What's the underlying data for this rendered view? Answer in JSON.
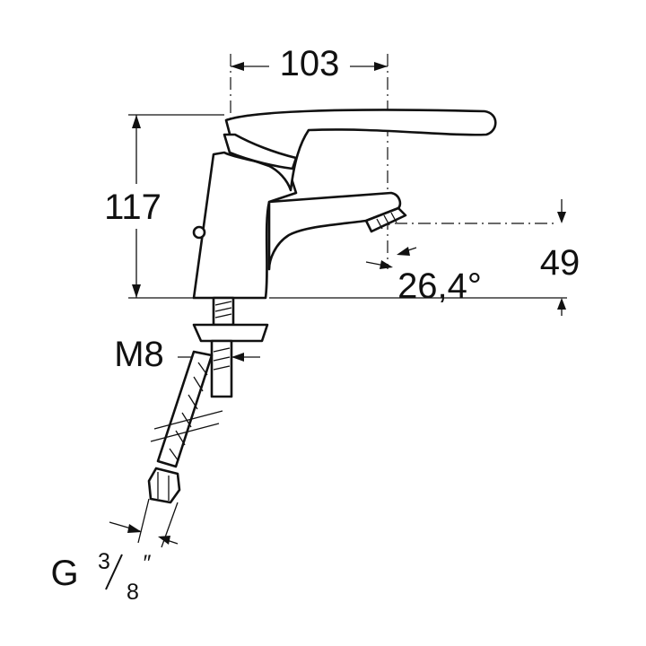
{
  "dimensions": {
    "width_103": "103",
    "height_117": "117",
    "spout_height_49": "49",
    "angle": "26,4°",
    "thread": "M8",
    "connection_letter": "G",
    "connection_num": "3",
    "connection_den": "8",
    "connection_mark": "″"
  }
}
